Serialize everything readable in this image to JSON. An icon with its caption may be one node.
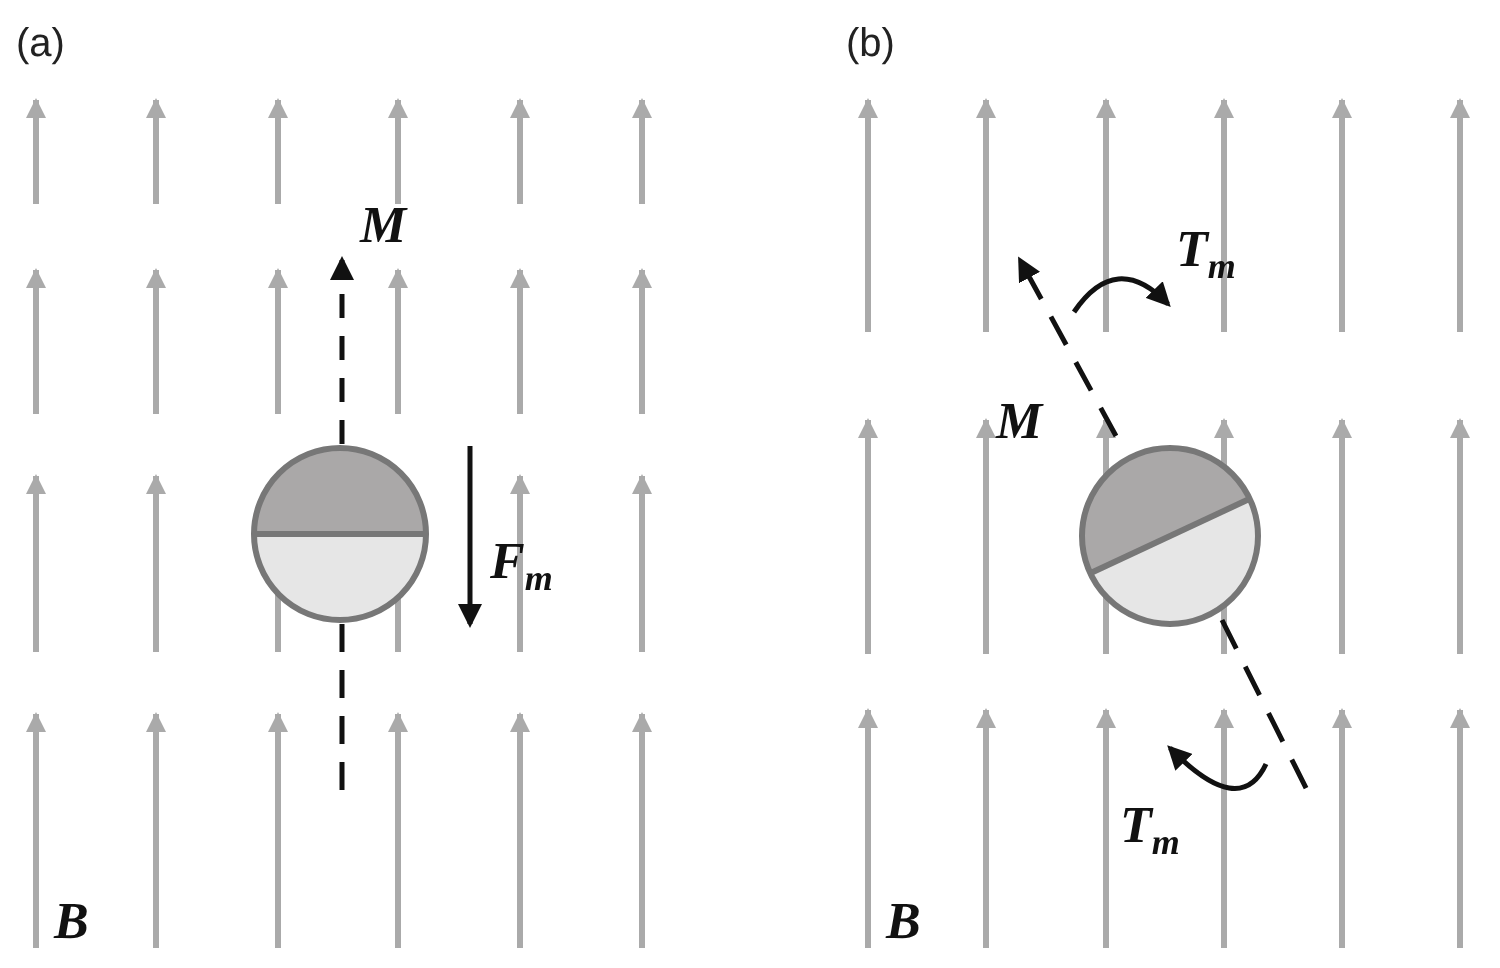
{
  "diagram": {
    "labels": [
      "(a)",
      "M",
      "F$_{m}$",
      "B",
      "(b)",
      "T$_{m}$",
      "M",
      "T$_{m}$",
      "B"
    ]
  }
}
